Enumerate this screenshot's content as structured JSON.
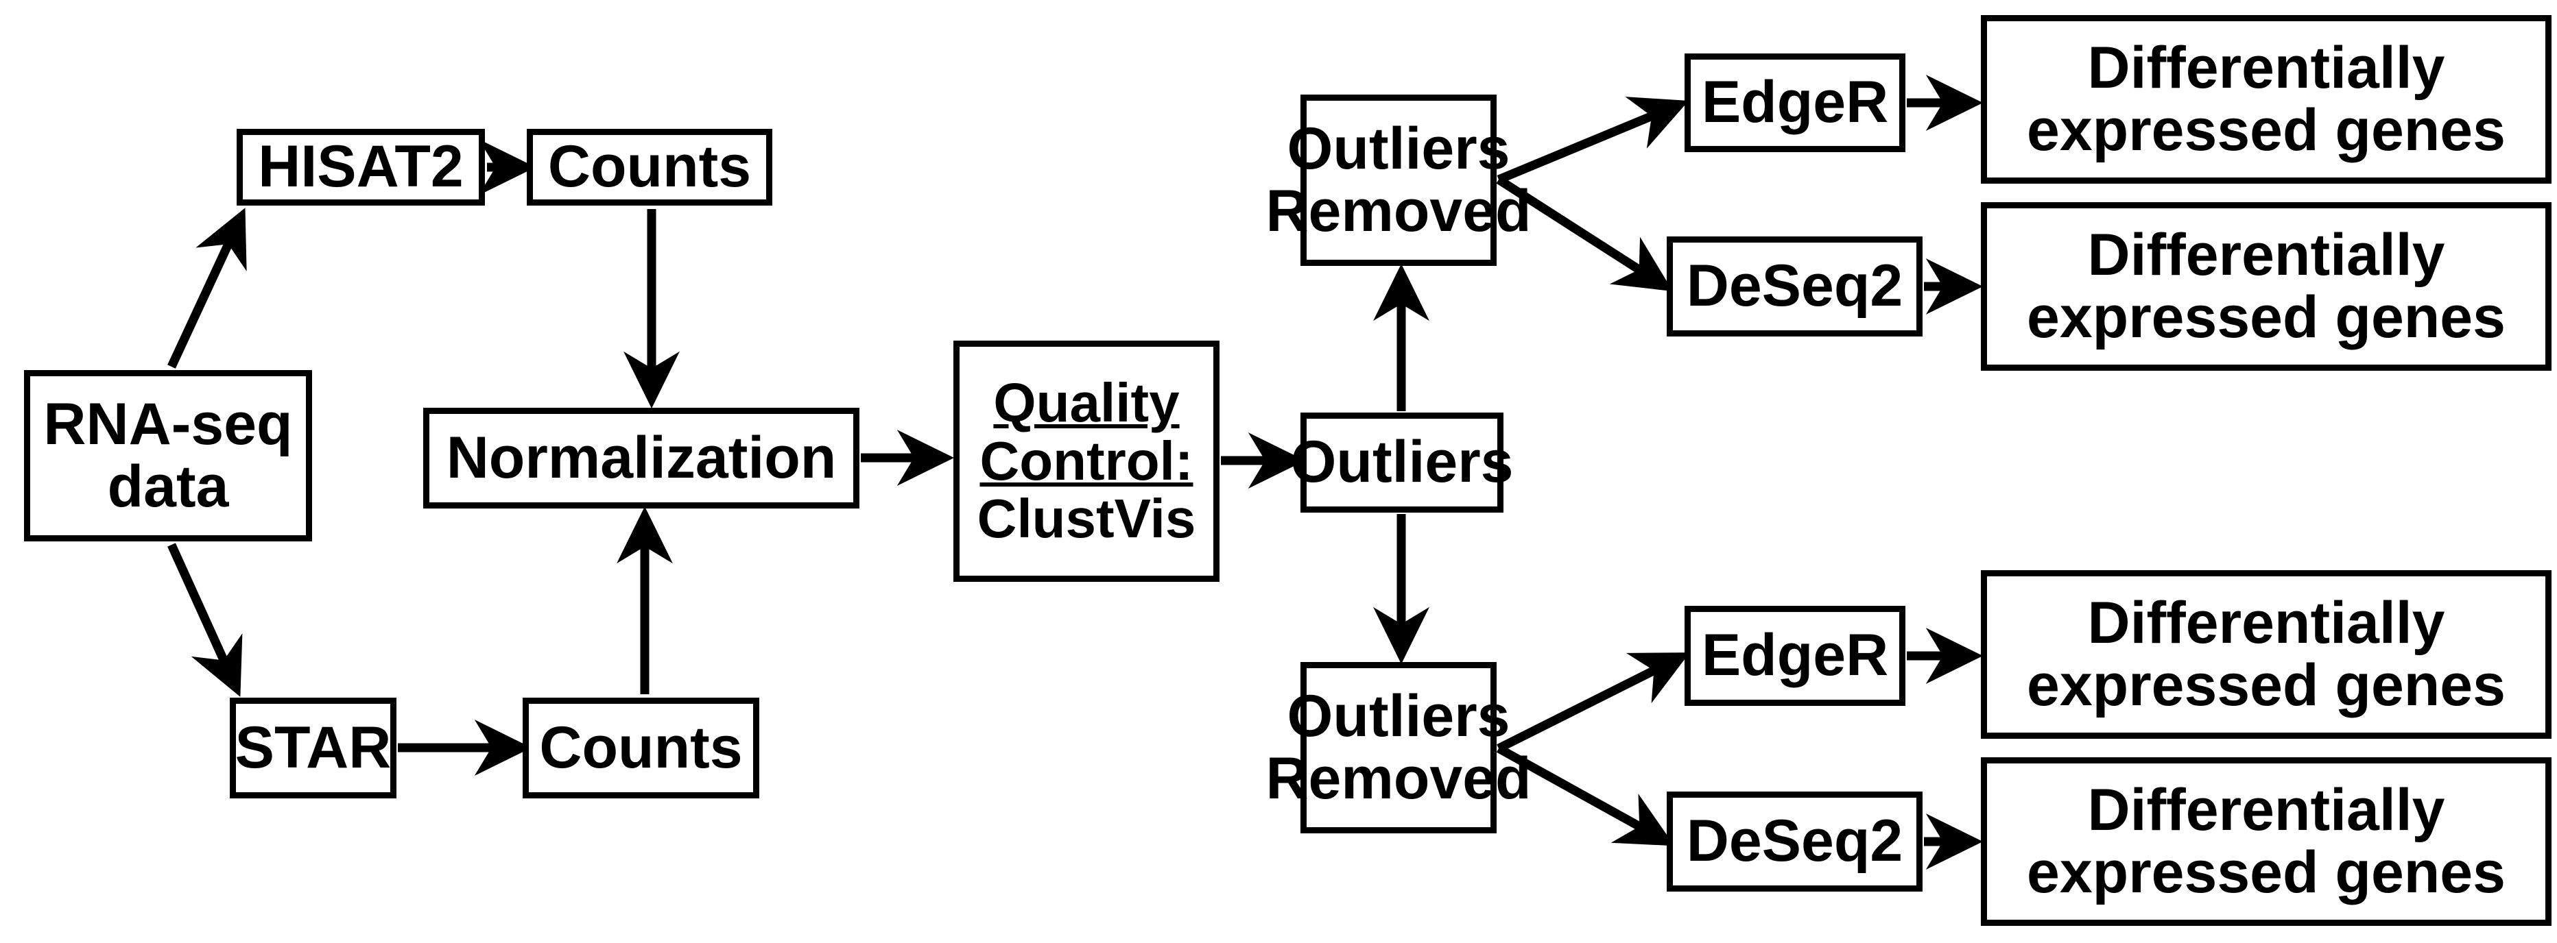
{
  "diagram": {
    "type": "flowchart",
    "title": "RNA-seq differential expression analysis pipeline",
    "colors": {
      "stroke": "#000000",
      "fill": "#ffffff",
      "text": "#000000"
    },
    "nodes": {
      "rna_seq_data": {
        "line1": "RNA-seq",
        "line2": "data"
      },
      "hisat2": {
        "label": "HISAT2"
      },
      "counts_top": {
        "label": "Counts"
      },
      "star": {
        "label": "STAR"
      },
      "counts_bottom": {
        "label": "Counts"
      },
      "normalization": {
        "label": "Normalization"
      },
      "quality_control": {
        "line1": "Quality",
        "line2": "Control:",
        "line3": "ClustVis"
      },
      "outliers": {
        "label": "Outliers"
      },
      "outliers_removed_top": {
        "line1": "Outliers",
        "line2": "Removed"
      },
      "outliers_removed_bottom": {
        "line1": "Outliers",
        "line2": "Removed"
      },
      "edger_top": {
        "label": "EdgeR"
      },
      "deseq2_top": {
        "label": "DeSeq2"
      },
      "edger_bottom": {
        "label": "EdgeR"
      },
      "deseq2_bottom": {
        "label": "DeSeq2"
      },
      "deg_top_1": {
        "line1": "Differentially",
        "line2": "expressed genes"
      },
      "deg_top_2": {
        "line1": "Differentially",
        "line2": "expressed genes"
      },
      "deg_bottom_1": {
        "line1": "Differentially",
        "line2": "expressed genes"
      },
      "deg_bottom_2": {
        "line1": "Differentially",
        "line2": "expressed genes"
      }
    },
    "edges": [
      {
        "from": "rna_seq_data",
        "to": "hisat2",
        "style": "diagonal-up"
      },
      {
        "from": "rna_seq_data",
        "to": "star",
        "style": "diagonal-down"
      },
      {
        "from": "hisat2",
        "to": "counts_top",
        "style": "horizontal"
      },
      {
        "from": "star",
        "to": "counts_bottom",
        "style": "horizontal"
      },
      {
        "from": "counts_top",
        "to": "normalization",
        "style": "vertical-down"
      },
      {
        "from": "counts_bottom",
        "to": "normalization",
        "style": "vertical-up"
      },
      {
        "from": "normalization",
        "to": "quality_control",
        "style": "horizontal"
      },
      {
        "from": "quality_control",
        "to": "outliers",
        "style": "horizontal"
      },
      {
        "from": "outliers",
        "to": "outliers_removed_top",
        "style": "vertical-up"
      },
      {
        "from": "outliers",
        "to": "outliers_removed_bottom",
        "style": "vertical-down"
      },
      {
        "from": "outliers_removed_top",
        "to": "edger_top",
        "style": "diagonal-up"
      },
      {
        "from": "outliers_removed_top",
        "to": "deseq2_top",
        "style": "diagonal-down"
      },
      {
        "from": "edger_top",
        "to": "deg_top_1",
        "style": "horizontal"
      },
      {
        "from": "deseq2_top",
        "to": "deg_top_2",
        "style": "horizontal"
      },
      {
        "from": "outliers_removed_bottom",
        "to": "edger_bottom",
        "style": "diagonal-up"
      },
      {
        "from": "outliers_removed_bottom",
        "to": "deseq2_bottom",
        "style": "diagonal-down"
      },
      {
        "from": "edger_bottom",
        "to": "deg_bottom_1",
        "style": "horizontal"
      },
      {
        "from": "deseq2_bottom",
        "to": "deg_bottom_2",
        "style": "horizontal"
      }
    ]
  }
}
